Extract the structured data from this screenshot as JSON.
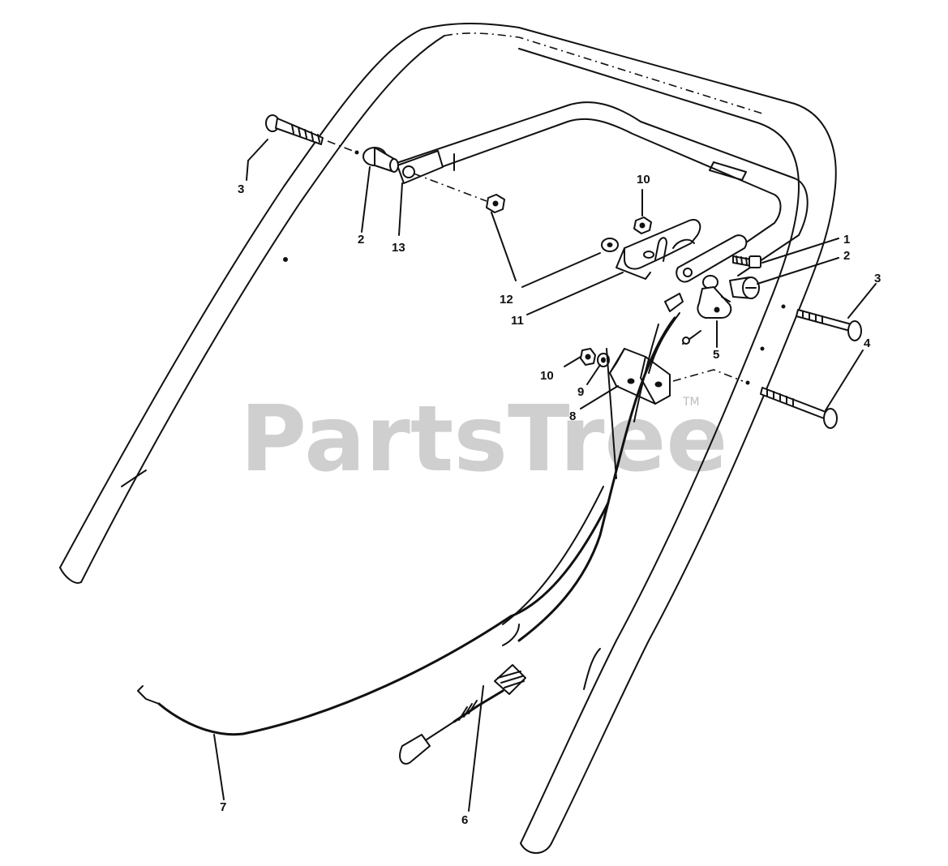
{
  "watermark": {
    "brand": "PartsTree",
    "trademark": "TM"
  },
  "callouts": [
    {
      "id": "c1",
      "label": "1"
    },
    {
      "id": "c2a",
      "label": "2"
    },
    {
      "id": "c2b",
      "label": "2"
    },
    {
      "id": "c3a",
      "label": "3"
    },
    {
      "id": "c3b",
      "label": "3"
    },
    {
      "id": "c4",
      "label": "4"
    },
    {
      "id": "c5",
      "label": "5"
    },
    {
      "id": "c6",
      "label": "6"
    },
    {
      "id": "c7",
      "label": "7"
    },
    {
      "id": "c8",
      "label": "8"
    },
    {
      "id": "c9",
      "label": "9"
    },
    {
      "id": "c10a",
      "label": "10"
    },
    {
      "id": "c10b",
      "label": "10"
    },
    {
      "id": "c11",
      "label": "11"
    },
    {
      "id": "c12",
      "label": "12"
    },
    {
      "id": "c13",
      "label": "13"
    }
  ]
}
